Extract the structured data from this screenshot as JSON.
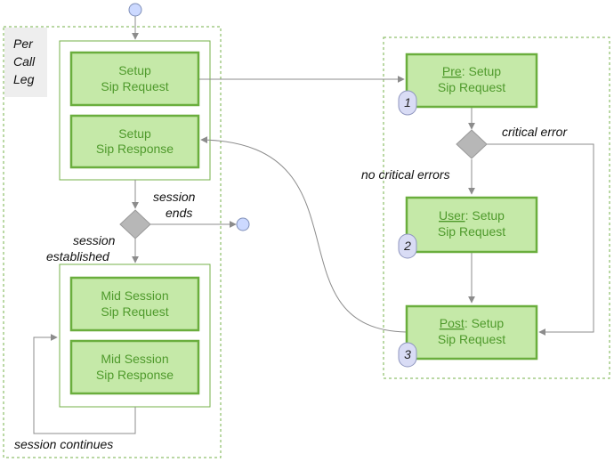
{
  "colors": {
    "box_fill": "#c5e9a8",
    "box_border": "#6aae3d",
    "box_text": "#4f9a2c",
    "dashed_border": "#76b04a",
    "container_border": "#76b04a",
    "line": "#8c8c8c",
    "decision_fill": "#b7b7b7",
    "start_fill": "#ccd9ff",
    "badge_fill": "#d9dcf5",
    "tag_fill": "#eeeeee"
  },
  "per_call_leg": {
    "lines": [
      "Per",
      "Call",
      "Leg"
    ]
  },
  "boxes": {
    "setup_request": {
      "line1": "Setup",
      "line2": "Sip Request"
    },
    "setup_response": {
      "line1": "Setup",
      "line2": "Sip Response"
    },
    "mid_request": {
      "line1": "Mid Session",
      "line2": "Sip Request"
    },
    "mid_response": {
      "line1": "Mid Session",
      "line2": "Sip Response"
    },
    "pre": {
      "prefix": "Pre",
      "rest": ": Setup",
      "line2": "Sip Request",
      "badge": "1"
    },
    "user": {
      "prefix": "User",
      "rest": ": Setup",
      "line2": "Sip Request",
      "badge": "2"
    },
    "post": {
      "prefix": "Post",
      "rest": ": Setup",
      "line2": "Sip Request",
      "badge": "3"
    }
  },
  "labels": {
    "session_ends_1": "session",
    "session_ends_2": "ends",
    "session_established_1": "session",
    "session_established_2": "established",
    "session_continues": "session  continues",
    "critical_error": "critical error",
    "no_critical_errors": "no critical errors"
  }
}
